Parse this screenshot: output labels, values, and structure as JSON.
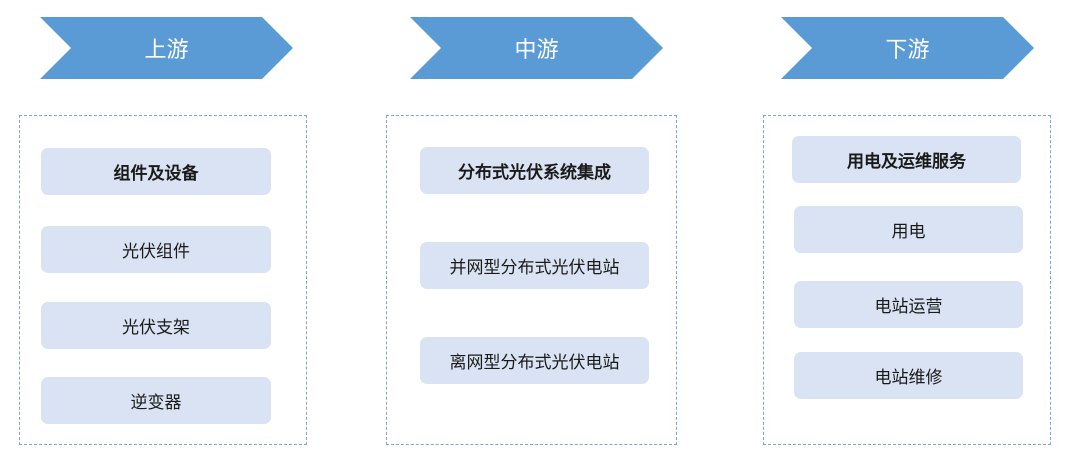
{
  "colors": {
    "arrow": "#5b9bd5",
    "box": "#dae3f3",
    "border": "#7ea6c8"
  },
  "columns": [
    {
      "stage": "上游",
      "header": "组件及设备",
      "items": [
        "光伏组件",
        "光伏支架",
        "逆变器"
      ]
    },
    {
      "stage": "中游",
      "header": "分布式光伏系统集成",
      "items": [
        "并网型分布式光伏电站",
        "离网型分布式光伏电站"
      ]
    },
    {
      "stage": "下游",
      "header": "用电及运维服务",
      "items": [
        "用电",
        "电站运营",
        "电站维修"
      ]
    }
  ]
}
